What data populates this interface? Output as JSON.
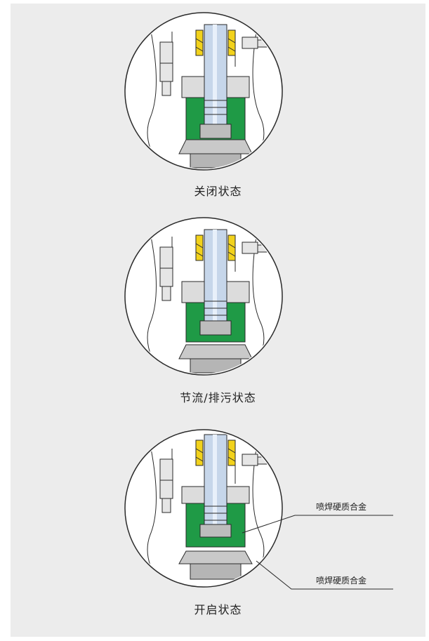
{
  "colors": {
    "background": "#ececec",
    "green_insert": "#1f9a46",
    "stem_blue": "#c6d6ea",
    "steel_grey": "#b5b5b5",
    "packing_yellow": "#f2d21b",
    "line": "#2a2a2a"
  },
  "states": [
    {
      "caption": "关闭状态",
      "state": "closed",
      "opening": 0
    },
    {
      "caption": "节流/排污状态",
      "state": "throttling",
      "opening": 0.5
    },
    {
      "caption": "开启状态",
      "state": "open",
      "opening": 1
    }
  ],
  "callouts": [
    {
      "label": "喷焊硬质合金"
    },
    {
      "label": "喷焊硬质合金"
    }
  ]
}
